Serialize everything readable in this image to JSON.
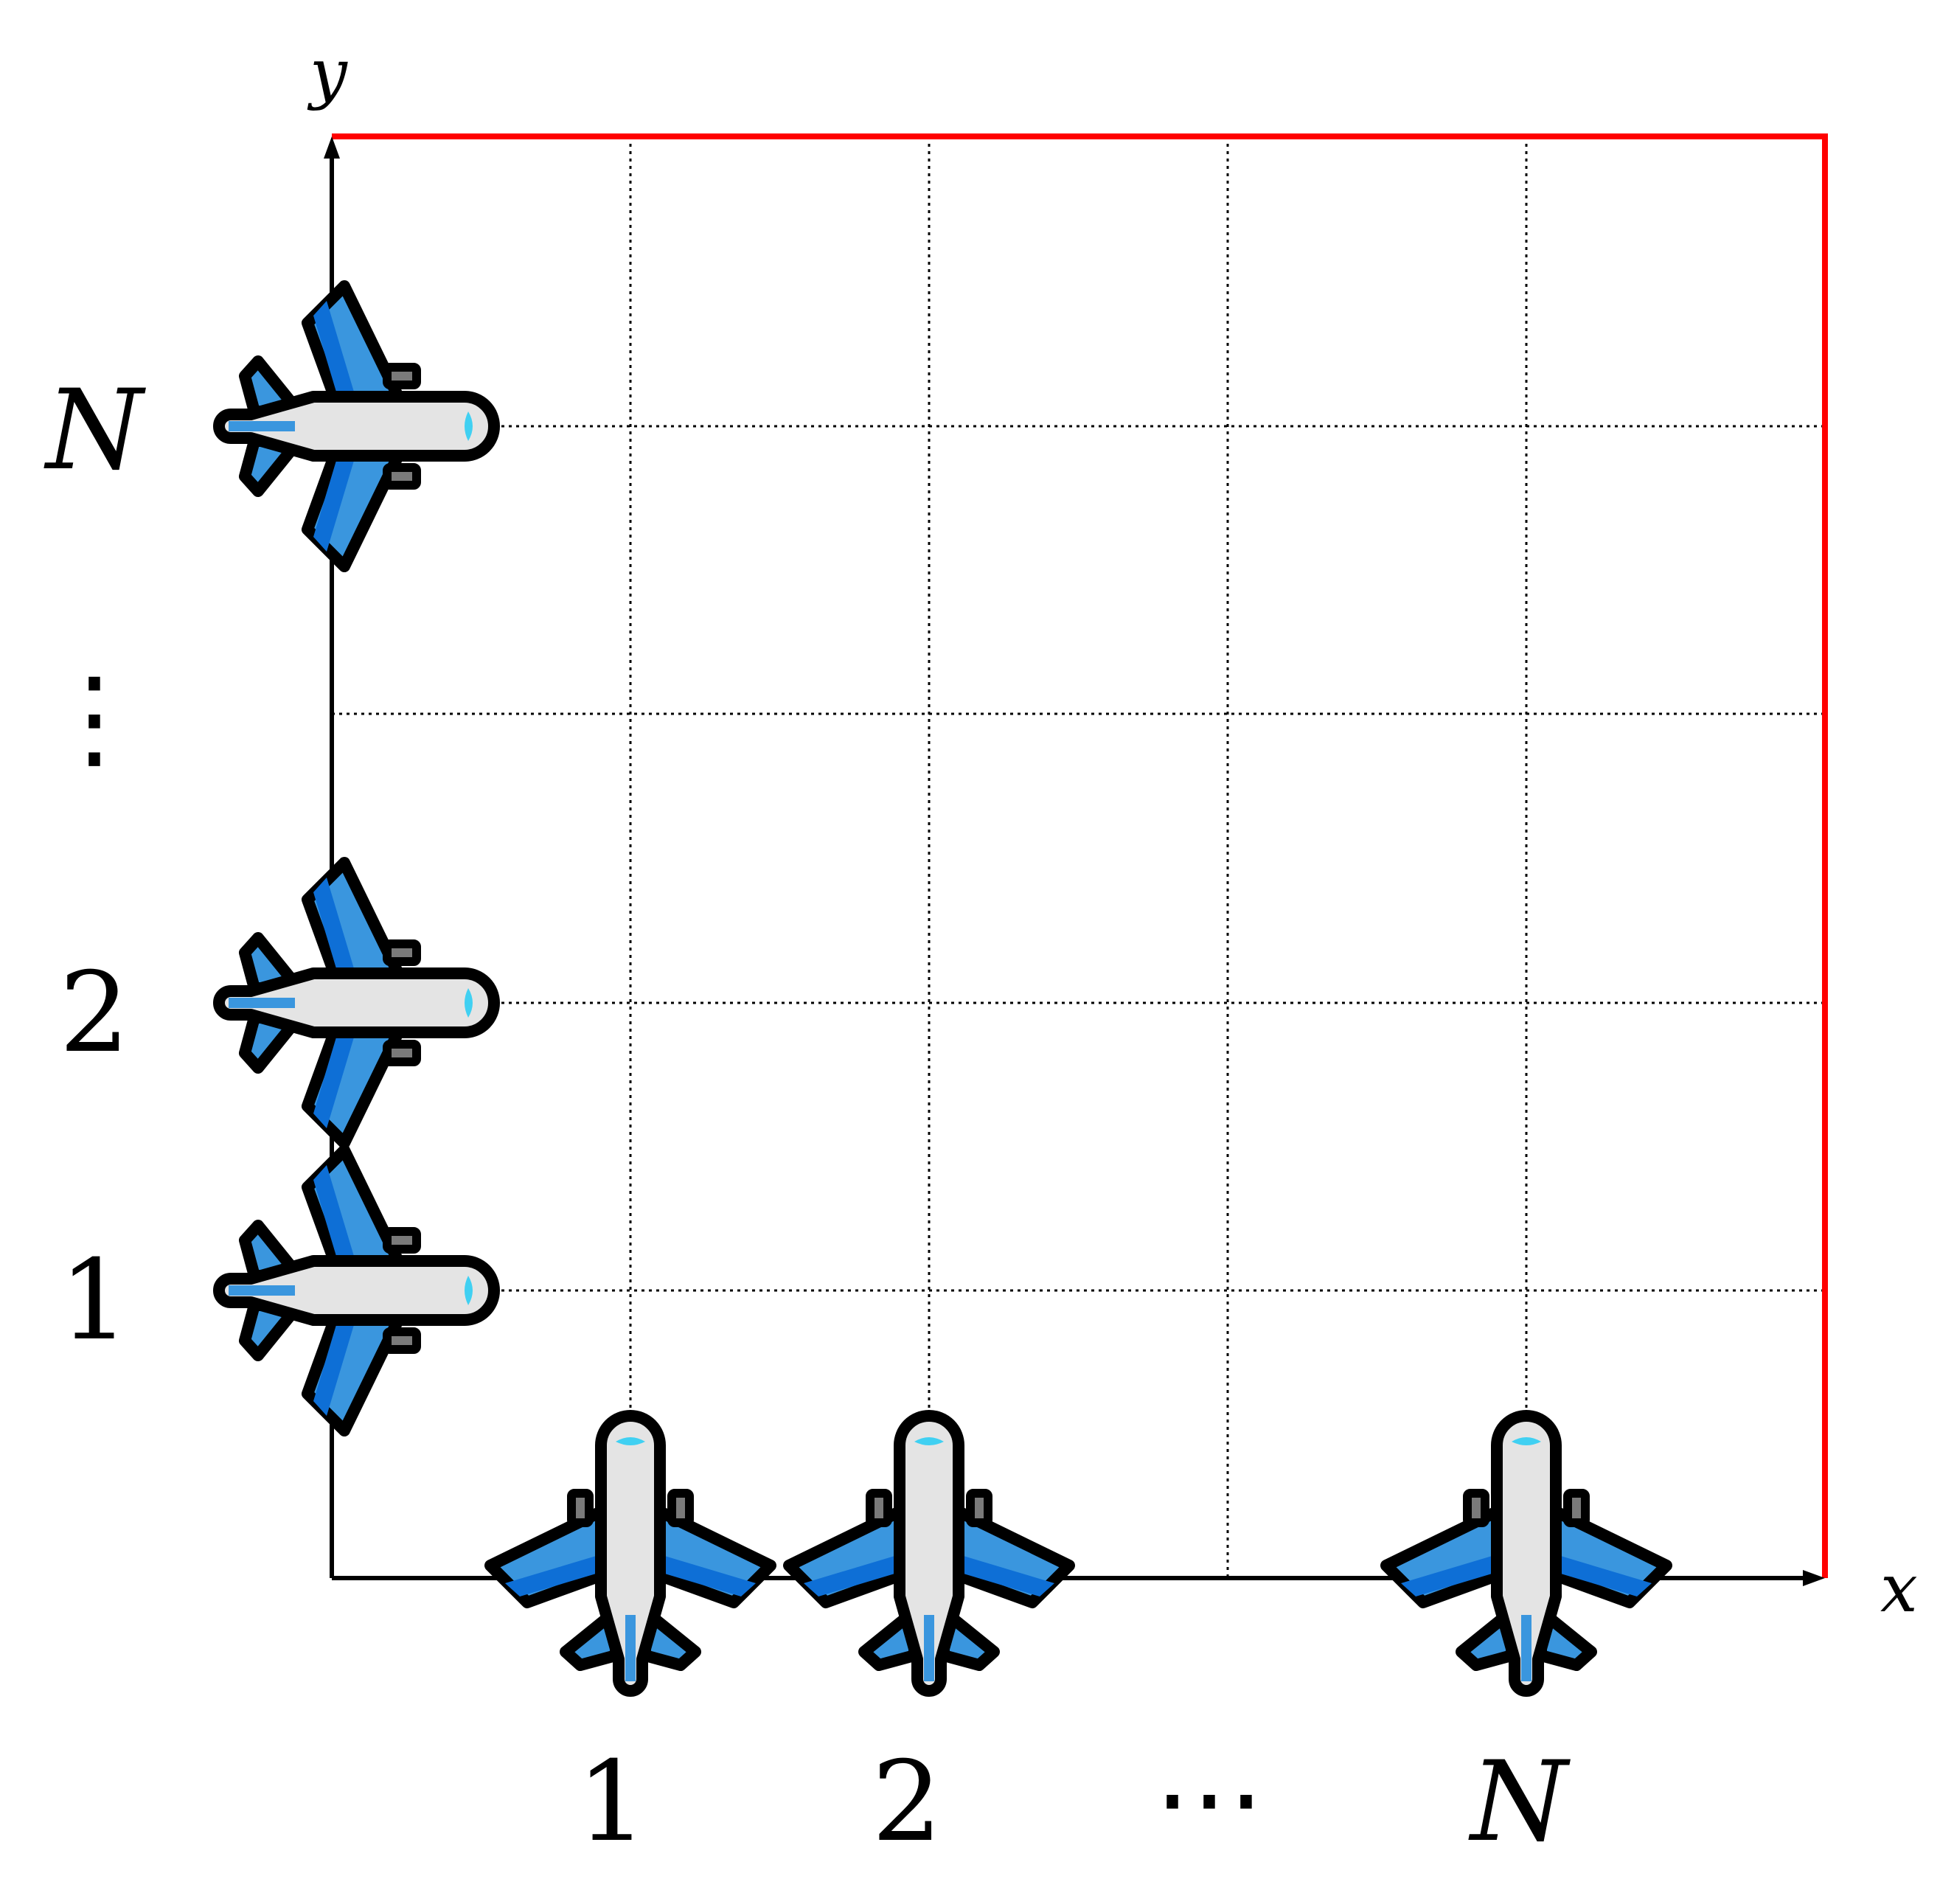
{
  "axes": {
    "x_label": "x",
    "y_label": "y"
  },
  "x_labels": [
    "1",
    "2",
    "⋯",
    "N"
  ],
  "y_labels": [
    "1",
    "2",
    "⋮",
    "N"
  ],
  "colors": {
    "boundary": "#ff0000",
    "wing": "#3a96de",
    "wing_dark": "#0e6fd6",
    "fuselage": "#e4e4e4",
    "window": "#40d0f2",
    "engine": "#7a7a7a",
    "grid": "#000000"
  },
  "icons": {
    "aircraft": "airplane-icon"
  }
}
